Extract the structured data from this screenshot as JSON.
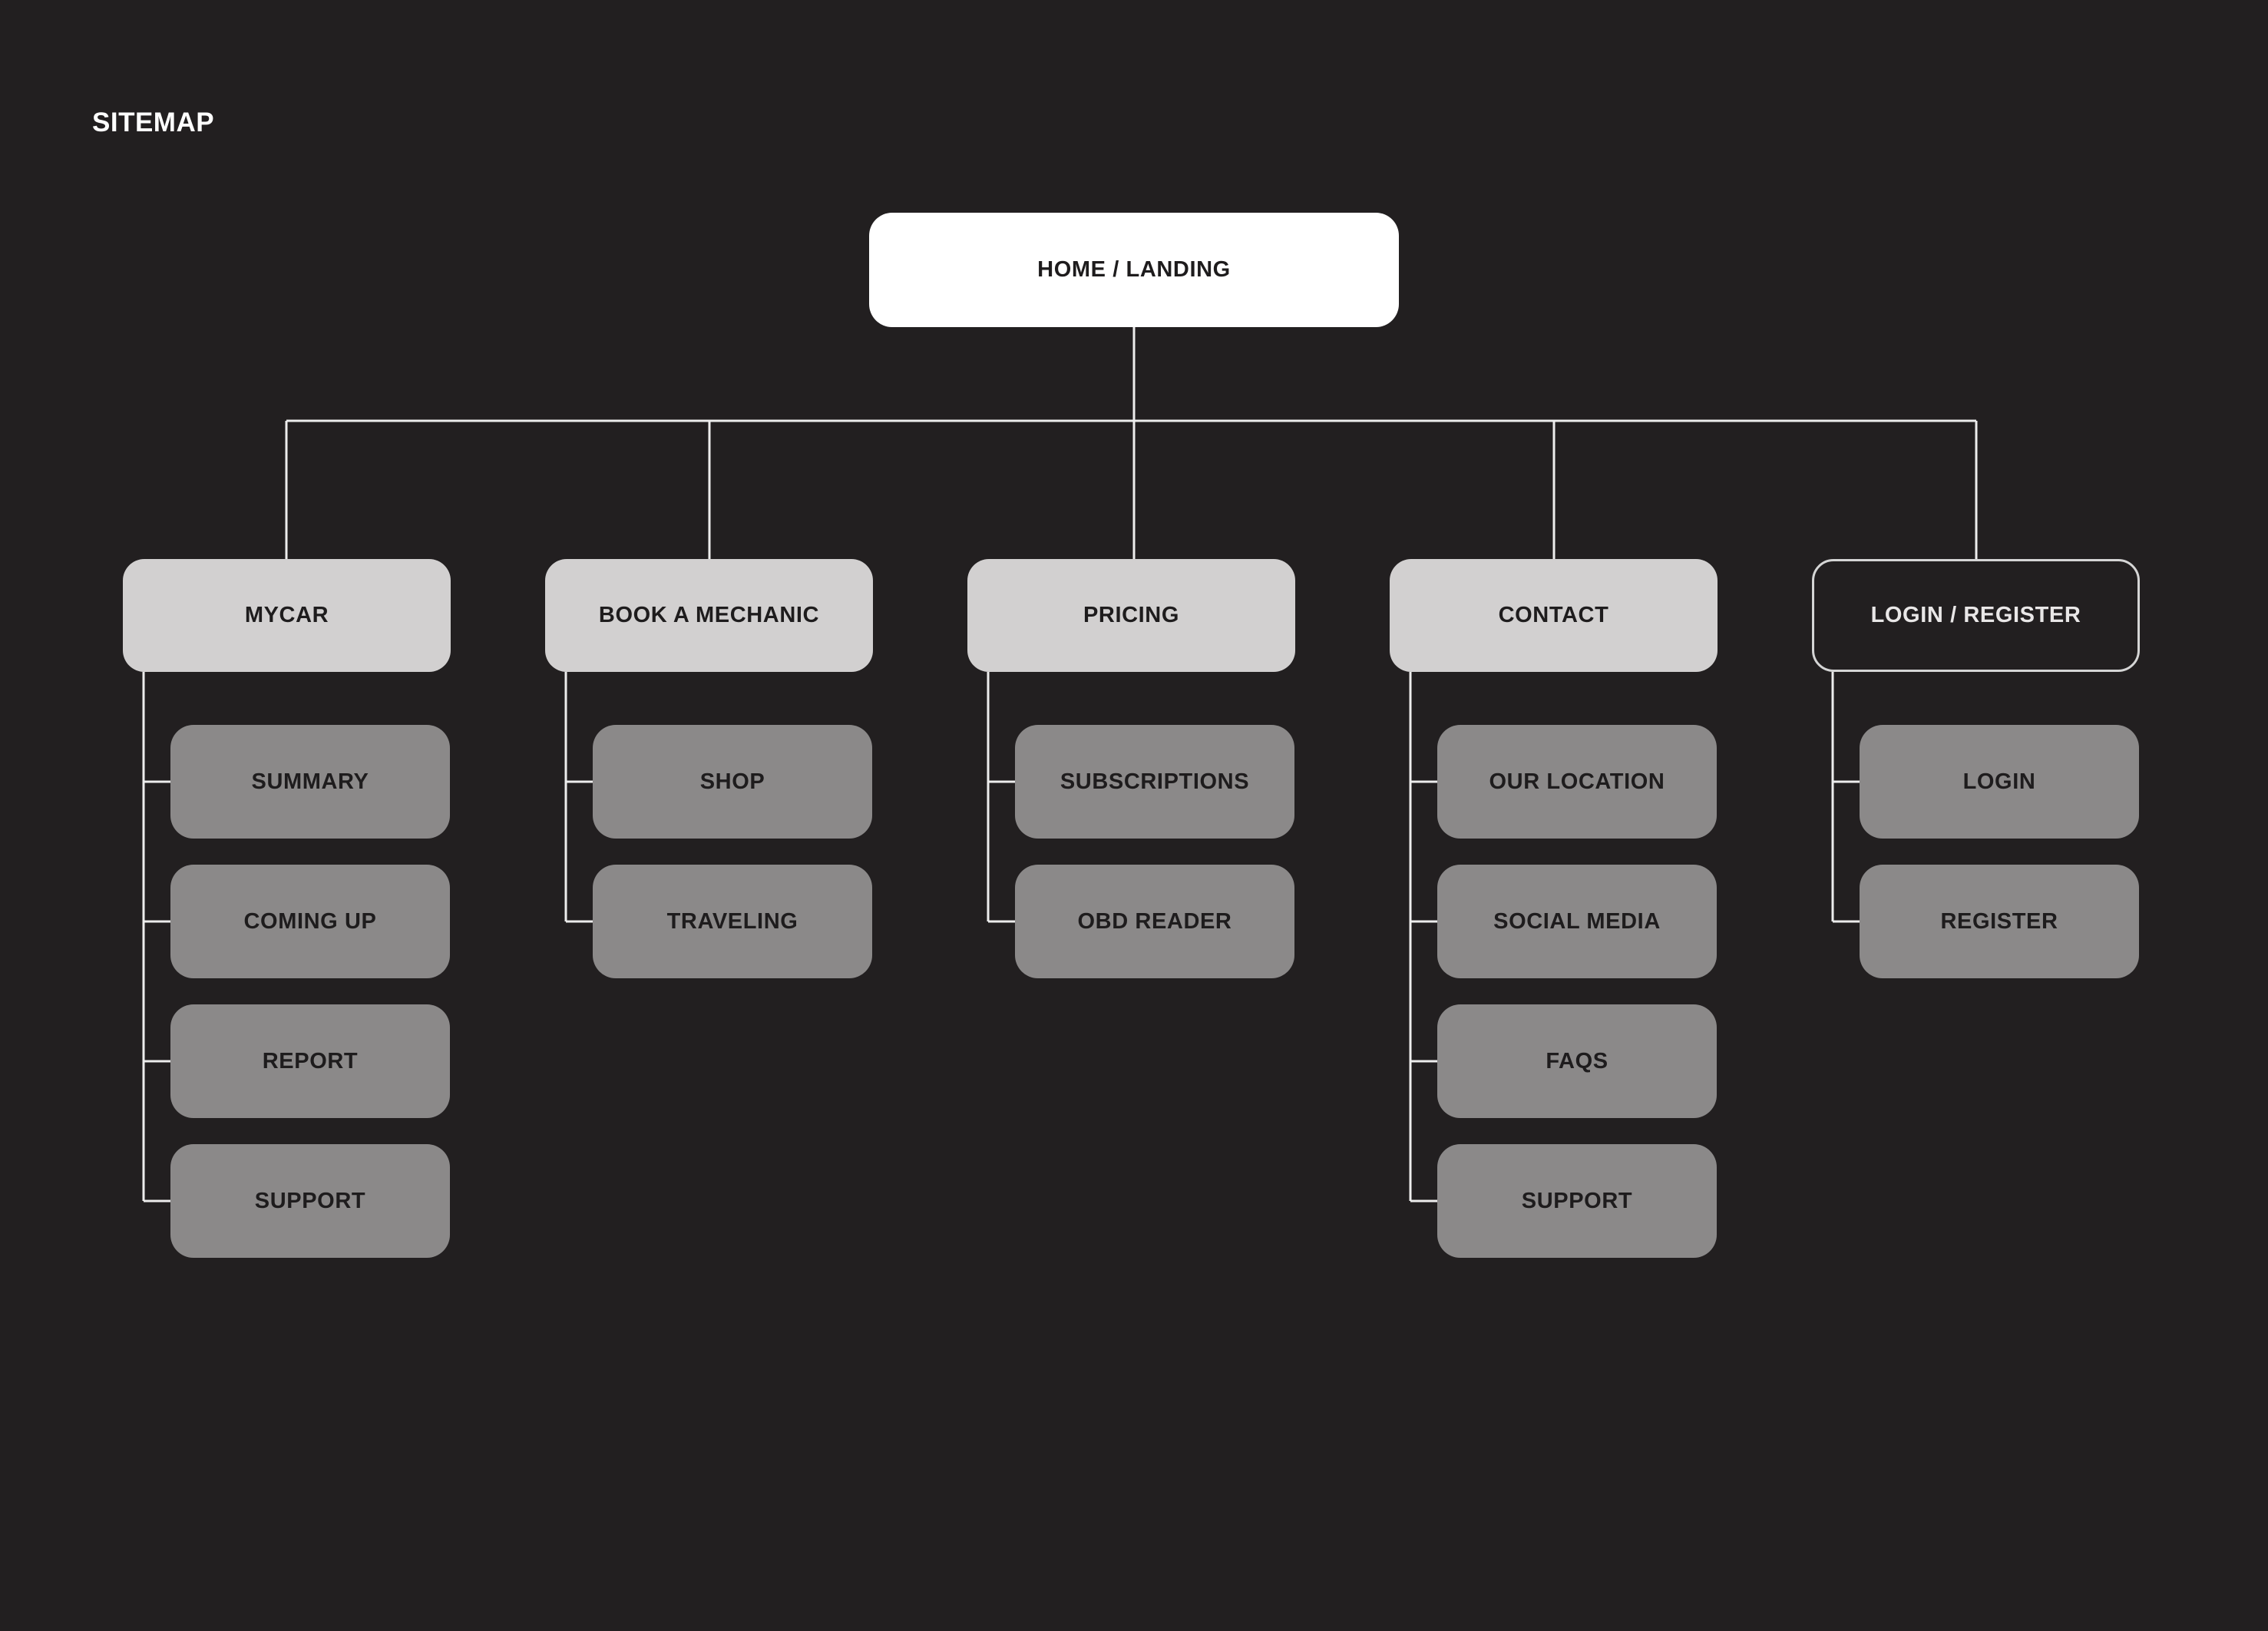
{
  "title": "SITEMAP",
  "root": {
    "label": "HOME / LANDING"
  },
  "groups": [
    {
      "label": "MYCAR",
      "children": [
        "SUMMARY",
        "COMING UP",
        "REPORT",
        "SUPPORT"
      ]
    },
    {
      "label": "BOOK A MECHANIC",
      "children": [
        "SHOP",
        "TRAVELING"
      ]
    },
    {
      "label": "PRICING",
      "children": [
        "SUBSCRIPTIONS",
        "OBD READER"
      ]
    },
    {
      "label": "CONTACT",
      "children": [
        "OUR LOCATION",
        "SOCIAL MEDIA",
        "FAQS",
        "SUPPORT"
      ]
    },
    {
      "label": "LOGIN / REGISTER",
      "children": [
        "LOGIN",
        "REGISTER"
      ]
    }
  ],
  "colors": {
    "background": "#221F20",
    "root_fill": "#FFFFFF",
    "level1_fill": "#D2D0D0",
    "level2_fill": "#8B8989",
    "outline_node_border": "#D5D5D5",
    "connector_line": "#EDEDED",
    "text_dark": "#1E1C1D",
    "text_light": "#E9E7E7",
    "title_text": "#FFFFFF"
  }
}
